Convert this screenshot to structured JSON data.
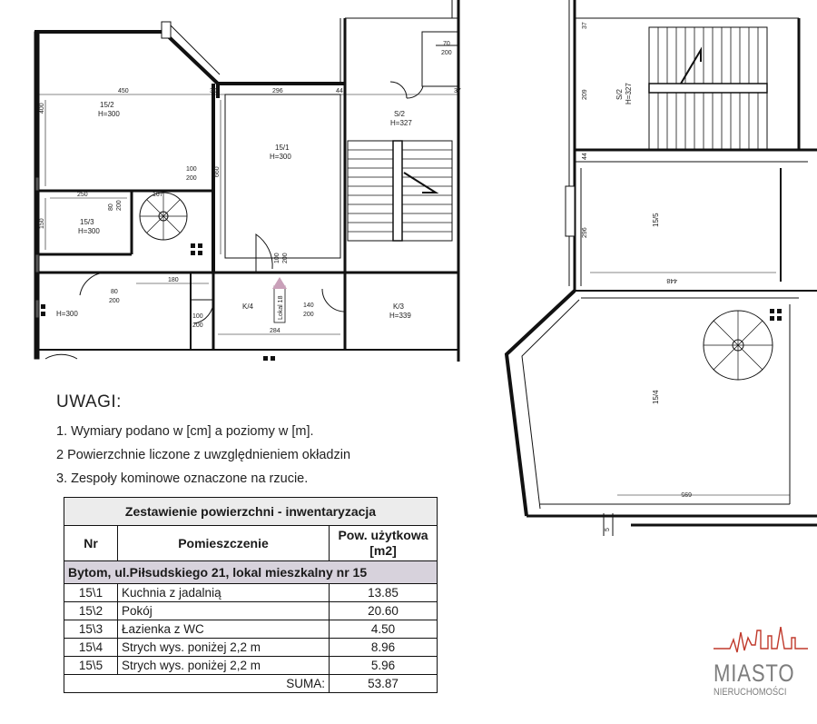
{
  "plan_left": {
    "labels": {
      "room_15_2": "15/2",
      "h_15_2": "H=300",
      "room_15_1": "15/1",
      "h_15_1": "H=300",
      "room_15_3": "15/3",
      "h_15_3": "H=300",
      "room_s2": "S/2",
      "h_s2": "H=327",
      "room_k4": "K/4",
      "room_k3": "K/3",
      "h_k3": "H=339",
      "h_bottom_left": "H=300",
      "lokal": "Lokal 18"
    },
    "dims": {
      "d450": "450",
      "d30": "30",
      "d296": "296",
      "d44": "44",
      "d37": "37",
      "d70": "70",
      "d200a": "200",
      "d100a": "100",
      "d200b": "200",
      "d250": "250",
      "d167": "167",
      "d80a": "80",
      "d200c": "200",
      "d100b": "100",
      "d200d": "200",
      "d180": "180",
      "d80b": "80",
      "d200e": "200",
      "d100c": "100",
      "d200f": "200",
      "d140": "140",
      "d200g": "200",
      "d284": "284",
      "d660": "660",
      "d400": "400",
      "d150": "150"
    }
  },
  "plan_right": {
    "labels": {
      "room_s2": "S/2",
      "h_s2": "H=327",
      "room_15_5": "15/5",
      "room_15_4": "15/4"
    },
    "dims": {
      "d37": "37",
      "d209": "209",
      "d44": "44",
      "d296": "296",
      "d448": "448",
      "d695": "695",
      "d5": "5"
    }
  },
  "notes": {
    "title": "UWAGI:",
    "lines": [
      "1. Wymiary podano w [cm] a poziomy w [m].",
      "2 Powierzchnie liczone z uwzględnieniem okładzin",
      "3. Zespoły kominowe oznaczone na rzucie."
    ]
  },
  "area_table": {
    "title": "Zestawienie powierzchni - inwentaryzacja",
    "headers": {
      "nr": "Nr",
      "room": "Pomieszczenie",
      "area": "Pow. użytkowa [m2]"
    },
    "group": "Bytom, ul.Piłsudskiego 21, lokal mieszkalny nr 15",
    "rows": [
      {
        "nr": "15\\1",
        "room": "Kuchnia z jadalnią",
        "area": "13.85"
      },
      {
        "nr": "15\\2",
        "room": "Pokój",
        "area": "20.60"
      },
      {
        "nr": "15\\3",
        "room": "Łazienka z WC",
        "area": "4.50"
      },
      {
        "nr": "15\\4",
        "room": "Strych wys. poniżej 2,2 m",
        "area": "8.96"
      },
      {
        "nr": "15\\5",
        "room": "Strych wys. poniżej 2,2 m",
        "area": "5.96"
      }
    ],
    "sum_label": "SUMA:",
    "sum_value": "53.87"
  },
  "logo": {
    "main": "MIASTO",
    "sub": "NIERUCHOMOŚCI",
    "color": "#c0392b"
  }
}
